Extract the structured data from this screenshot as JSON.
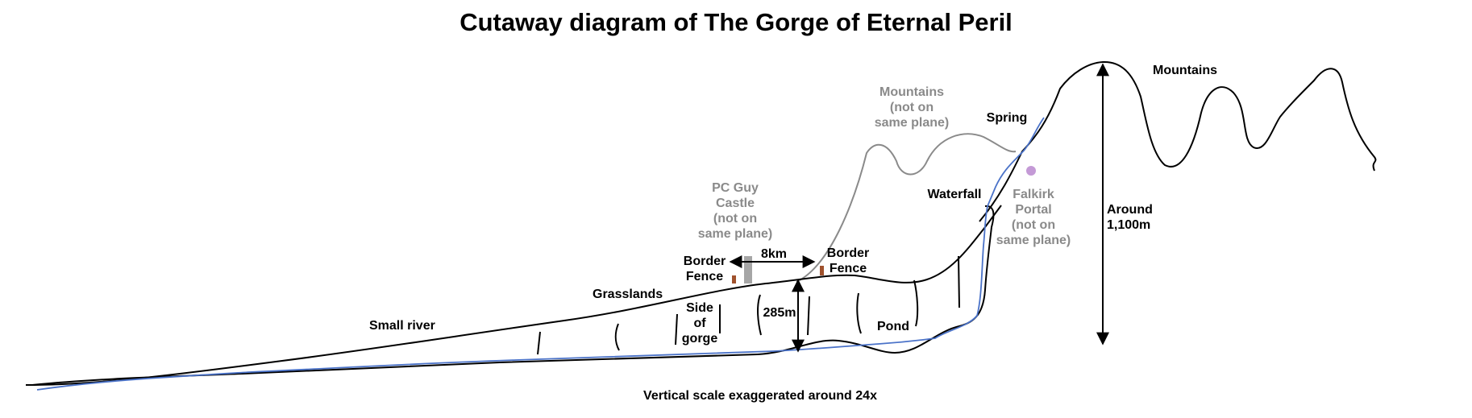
{
  "title": "Cutaway diagram of The Gorge of Eternal Peril",
  "labels": {
    "small_river": "Small river",
    "grasslands": "Grasslands",
    "side_of_gorge": [
      "Side",
      "of",
      "gorge"
    ],
    "border_fence_left": [
      "Border",
      "Fence"
    ],
    "border_fence_right": [
      "Border",
      "Fence"
    ],
    "castle": [
      "PC Guy",
      "Castle",
      "(not on",
      "same plane)"
    ],
    "distance": "8km",
    "depth": "285m",
    "pond": "Pond",
    "waterfall": "Waterfall",
    "spring": "Spring",
    "falkirk_portal": [
      "Falkirk",
      "Portal",
      "(not on",
      "same plane)"
    ],
    "mountains_far": [
      "Mountains",
      "(not on",
      "same plane)"
    ],
    "mountains": "Mountains",
    "height": [
      "Around",
      "1,100m"
    ],
    "scale_note": "Vertical scale exaggerated around 24x"
  },
  "colors": {
    "terrain": "#000000",
    "river": "#4a72c8",
    "far_features": "#8a8a8a",
    "castle": "#a6a6a6",
    "fence": "#a0522d",
    "portal": "#c49ad6"
  }
}
